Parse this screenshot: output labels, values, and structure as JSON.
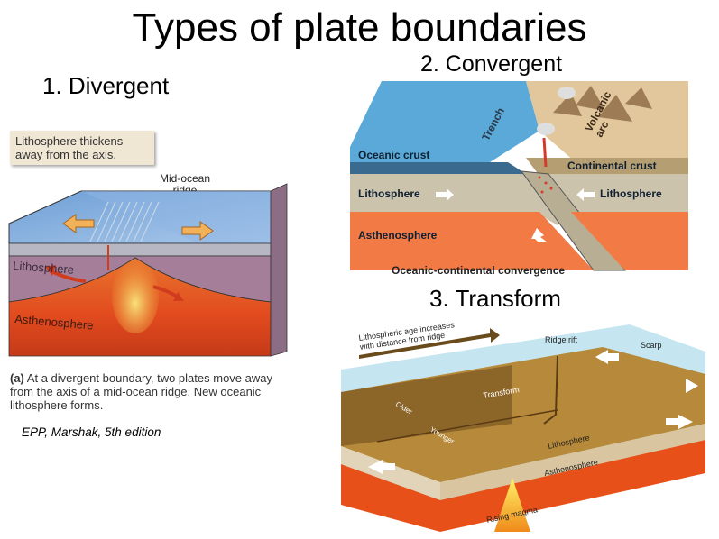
{
  "title": "Types of plate boundaries",
  "divergent": {
    "heading": "1. Divergent",
    "callout": "Lithosphere thickens\naway from the axis.",
    "ridge_label": "Mid-ocean\nridge",
    "lithosphere_label": "Lithosphere",
    "asthenosphere_label": "Asthenosphere",
    "caption_bold": "(a)",
    "caption": "At a divergent boundary, two plates move away from the axis of a mid-ocean ridge. New oceanic lithosphere forms."
  },
  "credit": "EPP, Marshak, 5th edition",
  "convergent": {
    "heading": "2. Convergent",
    "trench_label": "Trench",
    "volcanic_arc_label": "Volcanic\narc",
    "oceanic_crust_label": "Oceanic crust",
    "continental_crust_label": "Continental crust",
    "lithosphere_left": "Lithosphere",
    "lithosphere_right": "Lithosphere",
    "asthenosphere_label": "Asthenosphere",
    "footer": "Oceanic-continental convergence"
  },
  "transform": {
    "heading": "3. Transform",
    "age_label": "Lithospheric age increases\nwith distance from ridge",
    "ridge_rift_label": "Ridge rift",
    "scarp_label": "Scarp",
    "transform_label": "Transform",
    "older_label": "Older",
    "younger_label": "Younger",
    "lithosphere_label": "Lithosphere",
    "asthenosphere_label": "Asthenosphere",
    "rising_magma_label": "Rising magma"
  }
}
